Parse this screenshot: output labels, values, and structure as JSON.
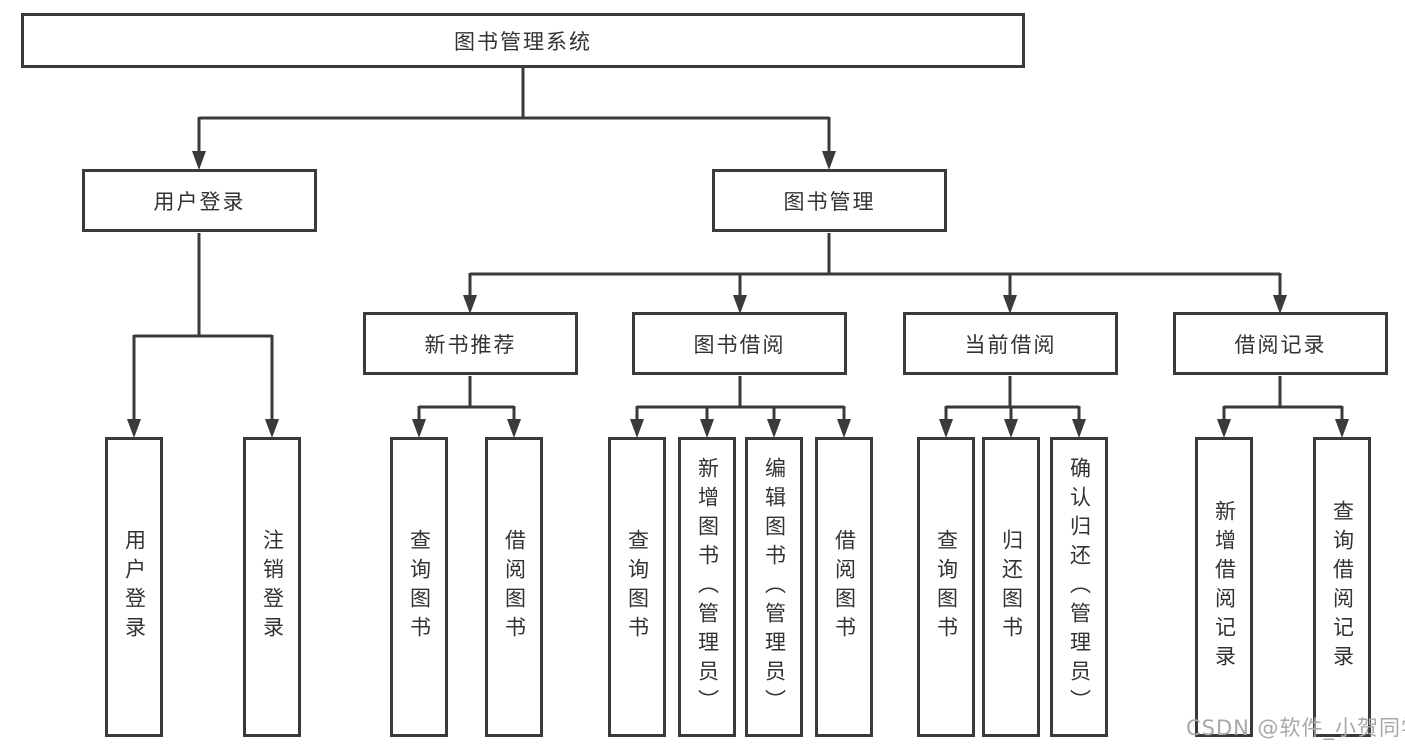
{
  "tree": {
    "root": {
      "label": "图书管理系统"
    },
    "branches": [
      {
        "label": "用户登录",
        "leaves": [
          {
            "label": "用户登录"
          },
          {
            "label": "注销登录"
          }
        ]
      },
      {
        "label": "图书管理",
        "groups": [
          {
            "label": "新书推荐",
            "leaves": [
              {
                "label": "查询图书"
              },
              {
                "label": "借阅图书"
              }
            ]
          },
          {
            "label": "图书借阅",
            "leaves": [
              {
                "label": "查询图书"
              },
              {
                "label": "新增图书（管理员）"
              },
              {
                "label": "编辑图书（管理员）"
              },
              {
                "label": "借阅图书"
              }
            ]
          },
          {
            "label": "当前借阅",
            "leaves": [
              {
                "label": "查询图书"
              },
              {
                "label": "归还图书"
              },
              {
                "label": "确认归还（管理员）"
              }
            ]
          },
          {
            "label": "借阅记录",
            "leaves": [
              {
                "label": "新增借阅记录"
              },
              {
                "label": "查询借阅记录"
              }
            ]
          }
        ]
      }
    ]
  },
  "watermark": "CSDN @软件_小贺同学",
  "colors": {
    "line": "#3a3a3a",
    "box_border": "#3a3a3a",
    "text": "#333333",
    "watermark_text": "#a8a8a8",
    "background": "#ffffff"
  }
}
